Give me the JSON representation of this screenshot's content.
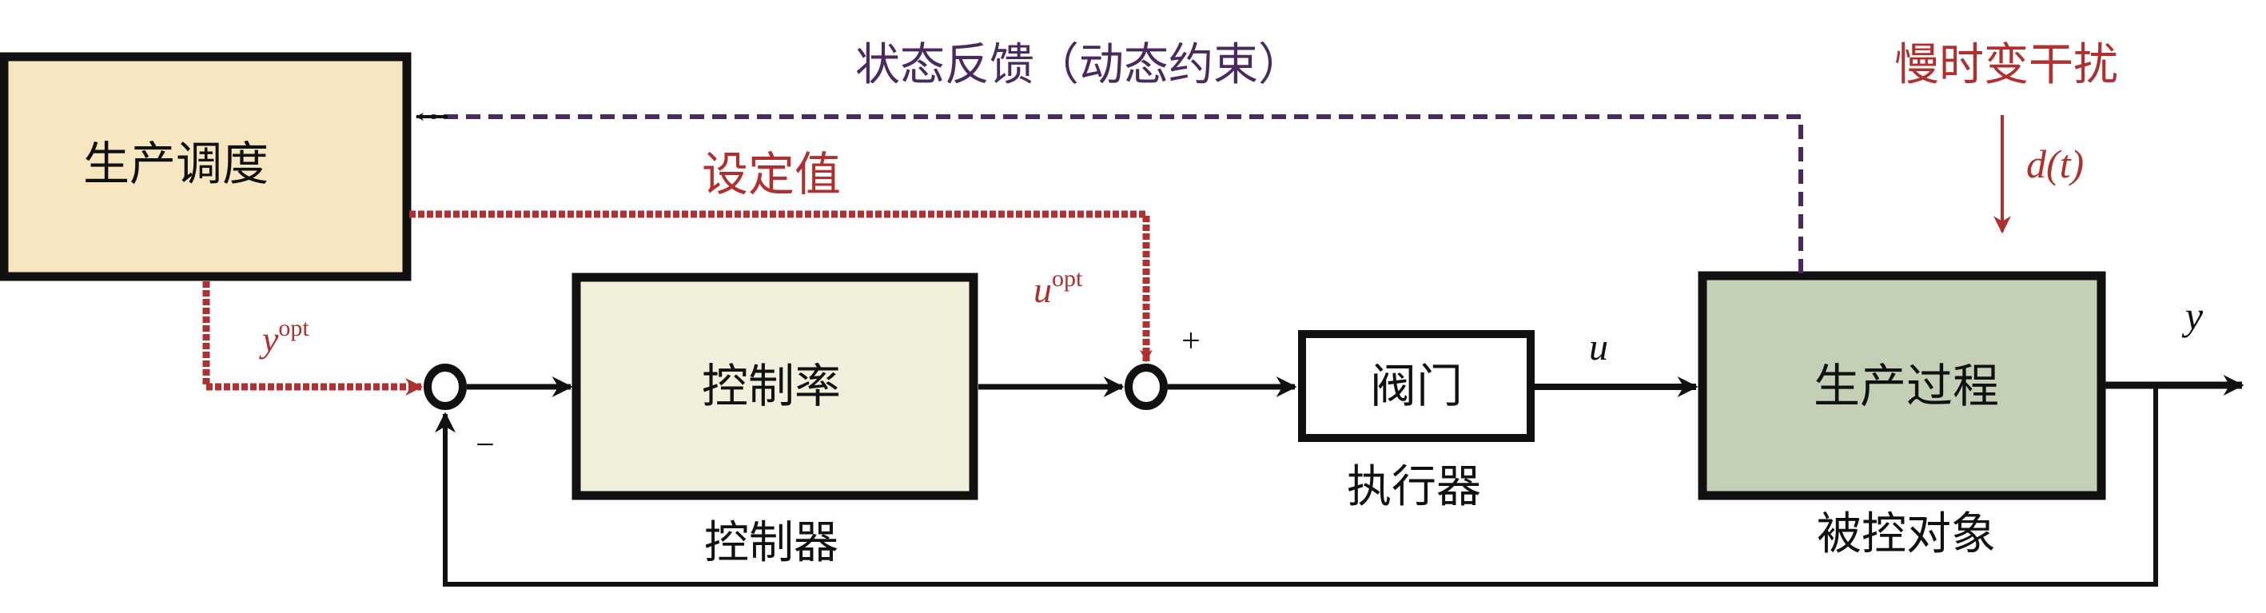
{
  "colors": {
    "scheduling_fill": "#f6e7c1",
    "controller_fill": "#f1f0dd",
    "process_fill": "#c3d0b6",
    "valve_fill": "#ffffff",
    "red": "#b03030",
    "purple": "#4a2a5e",
    "black": "#111111"
  },
  "blocks": {
    "scheduling": "生产调度",
    "control_law": "控制率",
    "valve": "阀门",
    "process": "生产过程"
  },
  "captions": {
    "controller": "控制器",
    "actuator": "执行器",
    "plant": "被控对象"
  },
  "labels": {
    "state_feedback": "状态反馈（动态约束）",
    "setpoint": "设定值",
    "disturbance": "慢时变干扰",
    "disturbance_symbol": "d",
    "disturbance_arg": "(t)",
    "y_opt_base": "y",
    "y_opt_sup": "opt",
    "u_opt_base": "u",
    "u_opt_sup": "opt",
    "u": "u",
    "y": "y",
    "plus": "+",
    "minus": "−"
  }
}
